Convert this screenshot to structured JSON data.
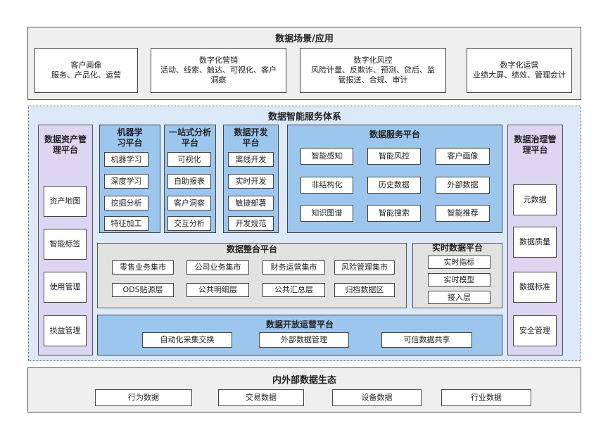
{
  "top": {
    "title": "数据场景/应用",
    "boxes": [
      {
        "line1": "客户画像",
        "line2": "服务、产品化、运营"
      },
      {
        "line1": "数字化营销",
        "line2": "活动、线索、触达、可视化、客户洞察"
      },
      {
        "line1": "数字化风控",
        "line2": "风险计量、反欺诈、预测、贷后、监管报送、合规、审计"
      },
      {
        "line1": "数字化运营",
        "line2": "业绩大屏、绩效、管理会计"
      }
    ]
  },
  "main": {
    "title": "数据智能服务体系",
    "asset_platform": {
      "title": "数据资产管理平台",
      "items": [
        "资产地图",
        "智能标签",
        "使用管理",
        "损益管理"
      ]
    },
    "ml_platform": {
      "title": "机器学习平台",
      "items": [
        "机器学习",
        "深度学习",
        "挖掘分析",
        "特征加工"
      ]
    },
    "analysis_platform": {
      "title": "一站式分析平台",
      "items": [
        "可视化",
        "自助报表",
        "客户洞察",
        "交互分析"
      ]
    },
    "dev_platform": {
      "title": "数据开发平台",
      "items": [
        "离线开发",
        "实时开发",
        "敏捷部署",
        "开发规范"
      ]
    },
    "service_platform": {
      "title": "数据服务平台",
      "items": [
        "智能感知",
        "智能风控",
        "客户画像",
        "非结构化",
        "历史数据",
        "外部数据",
        "知识图谱",
        "智能搜索",
        "智能推荐"
      ]
    },
    "integration_platform": {
      "title": "数据整合平台",
      "items": [
        "零售业务集市",
        "公司业务集市",
        "财务运营集市",
        "风险管理集市",
        "ODS贴源层",
        "公共明细层",
        "公共汇总层",
        "归档数据区"
      ]
    },
    "realtime_platform": {
      "title": "实时数据平台",
      "items": [
        "实时指标",
        "实时模型",
        "接入层"
      ]
    },
    "open_platform": {
      "title": "数据开放运营平台",
      "items": [
        "自动化采集交换",
        "外部数据管理",
        "可信数据共享"
      ]
    },
    "governance_platform": {
      "title": "数据治理管理平台",
      "items": [
        "元数据",
        "数据质量",
        "数据标准",
        "安全管理"
      ]
    }
  },
  "bottom": {
    "title": "内外部数据生态",
    "items": [
      "行为数据",
      "交易数据",
      "设备数据",
      "行业数据"
    ]
  }
}
